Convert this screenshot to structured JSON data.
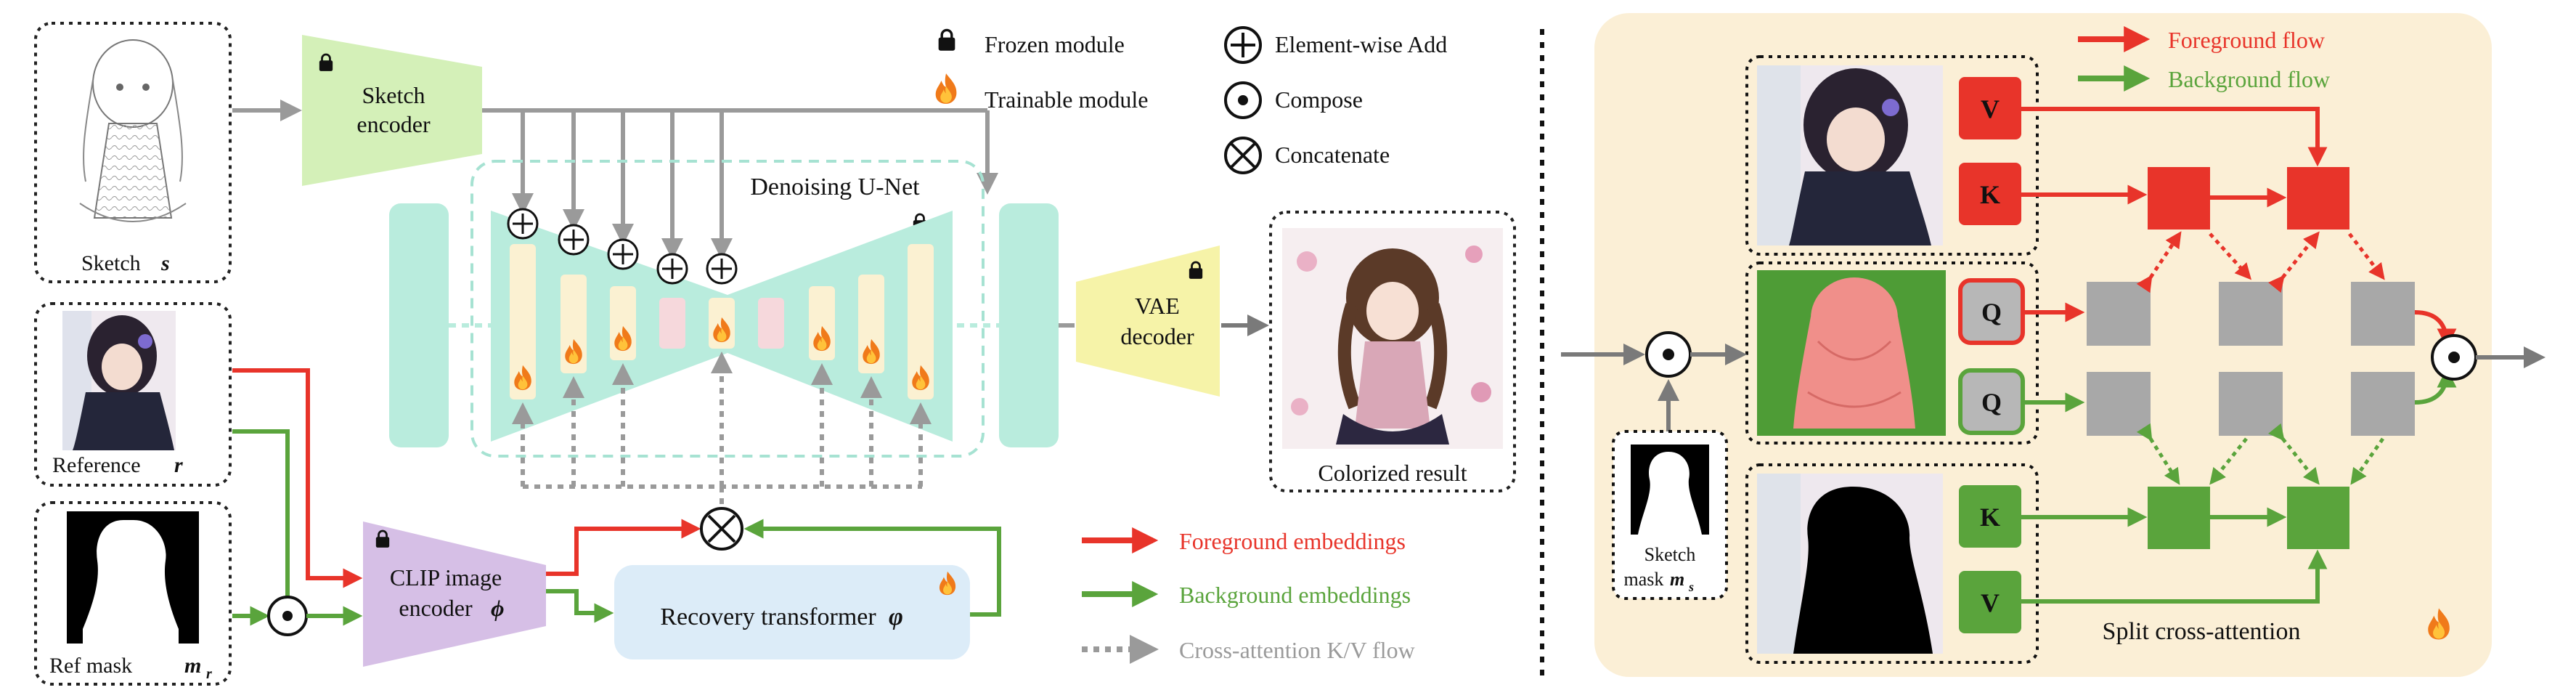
{
  "left_panel": {
    "inputs": {
      "sketch": {
        "label": "Sketch",
        "symbol": "s"
      },
      "reference": {
        "label": "Reference",
        "symbol": "r"
      },
      "ref_mask": {
        "label": "Ref mask",
        "symbol": "m",
        "subscript": "r"
      }
    },
    "modules": {
      "sketch_encoder": {
        "line1": "Sketch",
        "line2": "encoder",
        "icon": "lock-icon"
      },
      "unet": {
        "label": "Denoising U-Net"
      },
      "vae_decoder": {
        "line1": "VAE",
        "line2": "decoder",
        "icon": "lock-icon"
      },
      "clip_encoder": {
        "line1": "CLIP image",
        "line2": "encoder",
        "symbol": "ϕ",
        "icon": "lock-icon"
      },
      "recovery": {
        "label": "Recovery transformer",
        "symbol": "φ",
        "icon": "fire-icon"
      }
    },
    "output": {
      "label": "Colorized result"
    },
    "legend_icons": [
      {
        "icon": "lock-icon",
        "label": "Frozen module"
      },
      {
        "icon": "fire-icon",
        "label": "Trainable module"
      },
      {
        "icon": "circle-plus-icon",
        "label": "Element-wise Add"
      },
      {
        "icon": "circle-dot-icon",
        "label": "Compose"
      },
      {
        "icon": "circle-times-icon",
        "label": "Concatenate"
      }
    ],
    "legend_flows": [
      {
        "label": "Foreground embeddings",
        "color": "#e8342a"
      },
      {
        "label": "Background embeddings",
        "color": "#5aa43c"
      },
      {
        "label": "Cross-attention K/V flow",
        "color": "#9a9a9a"
      }
    ]
  },
  "right_panel": {
    "legend": [
      {
        "label": "Foreground flow",
        "color": "#e8342a"
      },
      {
        "label": "Background flow",
        "color": "#5aa43c"
      }
    ],
    "tokens": {
      "fg_v": "V",
      "fg_k": "K",
      "q_fg": "Q",
      "q_bg": "Q",
      "bg_k": "K",
      "bg_v": "V"
    },
    "sketch_mask": {
      "line1": "Sketch",
      "line2": "mask",
      "symbol": "m",
      "subscript": "s"
    },
    "title": "Split cross-attention",
    "icon": "fire-icon"
  },
  "colors": {
    "foreground": "#e8342a",
    "background": "#5aa43c",
    "kv_flow": "#9a9a9a",
    "unet": "#b9ecdd",
    "sketch_encoder": "#d4f0b8",
    "clip_encoder": "#d6bfe6",
    "recovery": "#dcecf8",
    "vae_decoder": "#f6f3a8",
    "right_panel_bg": "#fbefd6",
    "attention_grey": "#a8a8a8"
  }
}
